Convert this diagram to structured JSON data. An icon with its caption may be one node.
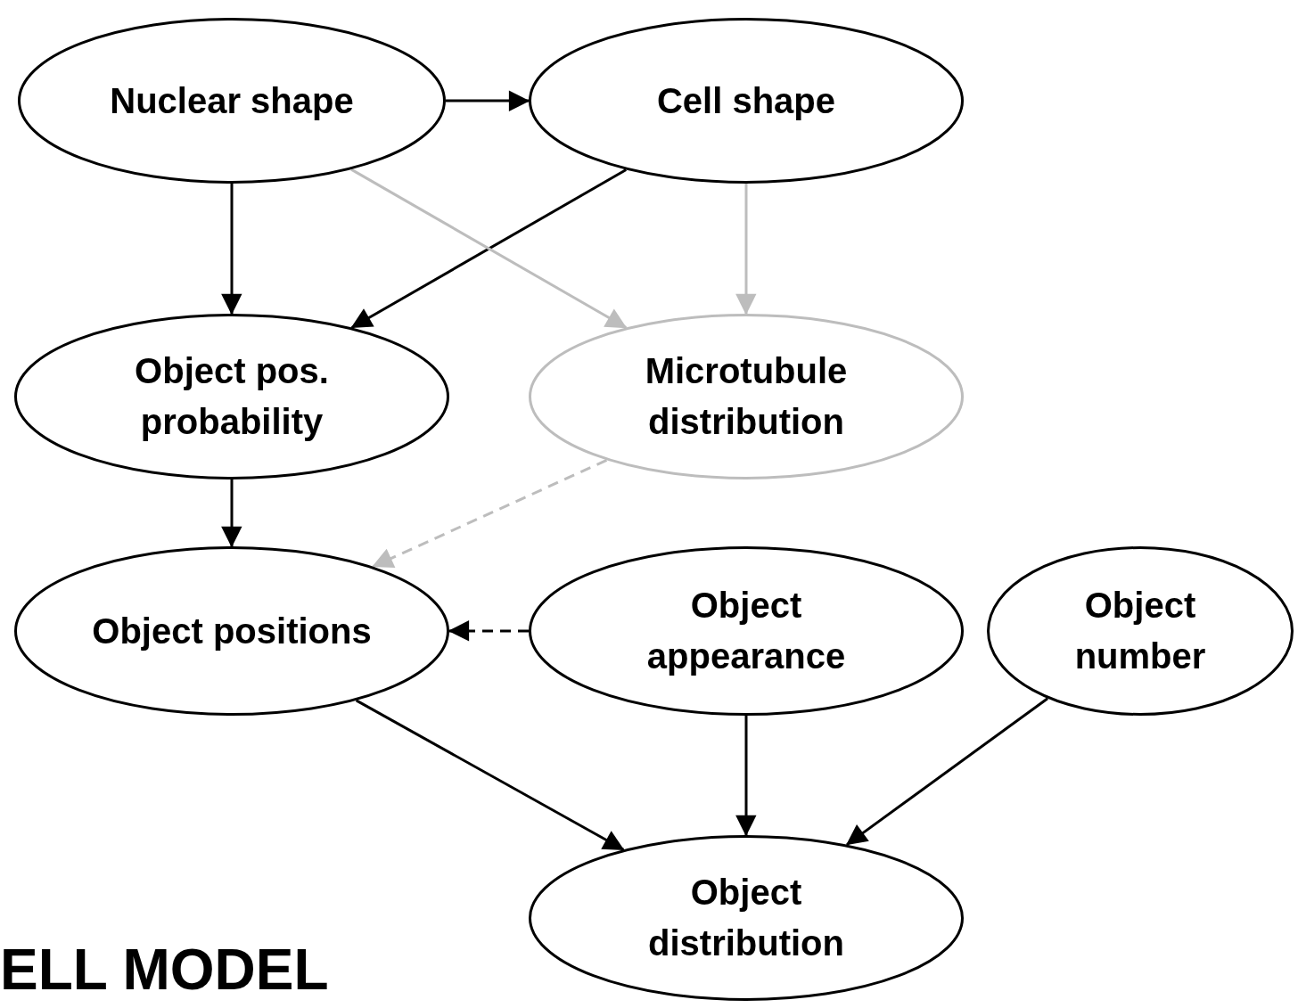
{
  "diagram": {
    "nodes": [
      {
        "text": [
          "Nuclear shape"
        ]
      },
      {
        "text": [
          "Cell shape"
        ]
      },
      {
        "text": [
          "Object pos. probability"
        ]
      },
      {
        "text": [
          "Microtubule distribution"
        ]
      },
      {
        "text": [
          "Object positions"
        ]
      },
      {
        "text": [
          "Object appearance"
        ]
      },
      {
        "text": [
          "Object number"
        ]
      },
      {
        "text": [
          "Object distribution"
        ]
      }
    ],
    "edges": [
      {
        "from": 0,
        "to": 1,
        "arrow": "to"
      },
      {
        "from": 0,
        "to": 2,
        "arrow": "to"
      },
      {
        "from": 1,
        "to": 2,
        "arrow": "to"
      },
      {
        "from": 0,
        "to": 3,
        "arrow": "to",
        "color": "#bdbdbd"
      },
      {
        "from": 1,
        "to": 3,
        "arrow": "to",
        "color": "#bdbdbd"
      },
      {
        "from": 2,
        "to": 4,
        "arrow": "to"
      },
      {
        "from": 3,
        "to": 4,
        "arrow": "to",
        "style": "dashed",
        "color": "#bdbdbd"
      },
      {
        "from": 5,
        "to": 4,
        "arrow": "to",
        "style": "dashed"
      },
      {
        "from": 4,
        "to": 7,
        "arrow": "to"
      },
      {
        "from": 5,
        "to": 7,
        "arrow": "to"
      },
      {
        "from": 6,
        "to": 7,
        "arrow": "to"
      }
    ],
    "labels": [
      "ELL MODEL"
    ]
  }
}
